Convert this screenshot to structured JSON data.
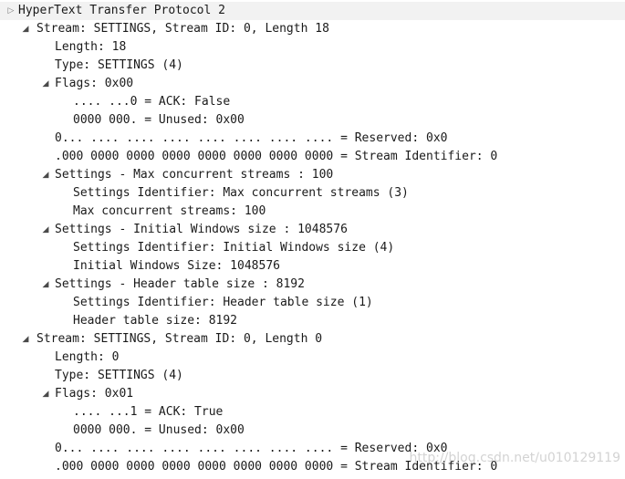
{
  "tree": {
    "rows": [
      {
        "text": "HyperText Transfer Protocol 2",
        "toggle": "collapsed"
      },
      {
        "text": "Stream: SETTINGS, Stream ID: 0, Length 18",
        "toggle": "expanded"
      },
      {
        "text": "Length: 18",
        "toggle": null
      },
      {
        "text": "Type: SETTINGS (4)",
        "toggle": null
      },
      {
        "text": "Flags: 0x00",
        "toggle": "expanded"
      },
      {
        "text": ".... ...0 = ACK: False",
        "toggle": null
      },
      {
        "text": "0000 000. = Unused: 0x00",
        "toggle": null
      },
      {
        "text": "0... .... .... .... .... .... .... .... = Reserved: 0x0",
        "toggle": null
      },
      {
        "text": ".000 0000 0000 0000 0000 0000 0000 0000 = Stream Identifier: 0",
        "toggle": null
      },
      {
        "text": "Settings - Max concurrent streams : 100",
        "toggle": "expanded"
      },
      {
        "text": "Settings Identifier: Max concurrent streams (3)",
        "toggle": null
      },
      {
        "text": "Max concurrent streams: 100",
        "toggle": null
      },
      {
        "text": "Settings - Initial Windows size : 1048576",
        "toggle": "expanded"
      },
      {
        "text": "Settings Identifier: Initial Windows size (4)",
        "toggle": null
      },
      {
        "text": "Initial Windows Size: 1048576",
        "toggle": null
      },
      {
        "text": "Settings - Header table size : 8192",
        "toggle": "expanded"
      },
      {
        "text": "Settings Identifier: Header table size (1)",
        "toggle": null
      },
      {
        "text": "Header table size: 8192",
        "toggle": null
      },
      {
        "text": "Stream: SETTINGS, Stream ID: 0, Length 0",
        "toggle": "expanded"
      },
      {
        "text": "Length: 0",
        "toggle": null
      },
      {
        "text": "Type: SETTINGS (4)",
        "toggle": null
      },
      {
        "text": "Flags: 0x01",
        "toggle": "expanded"
      },
      {
        "text": ".... ...1 = ACK: True",
        "toggle": null
      },
      {
        "text": "0000 000. = Unused: 0x00",
        "toggle": null
      },
      {
        "text": "0... .... .... .... .... .... .... .... = Reserved: 0x0",
        "toggle": null
      },
      {
        "text": ".000 0000 0000 0000 0000 0000 0000 0000 = Stream Identifier: 0",
        "toggle": null
      }
    ]
  },
  "watermark": "http://blog.csdn.net/u010129119"
}
